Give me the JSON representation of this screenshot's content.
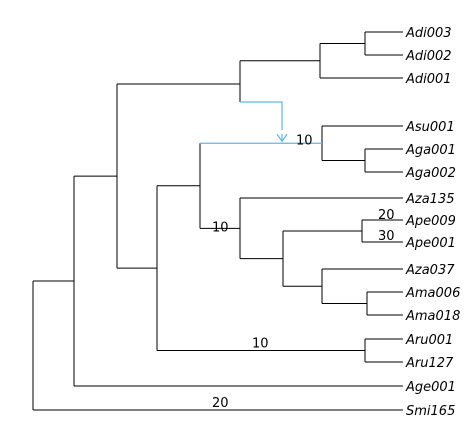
{
  "colors": {
    "branch": "#000000",
    "highlight": "#5fb6e6"
  },
  "tree": {
    "tips": [
      {
        "id": "t1",
        "label": "Adi003"
      },
      {
        "id": "t2",
        "label": "Adi002"
      },
      {
        "id": "t3",
        "label": "Adi001"
      },
      {
        "id": "t4",
        "label": "Asu001"
      },
      {
        "id": "t5",
        "label": "Aga001"
      },
      {
        "id": "t6",
        "label": "Aga002"
      },
      {
        "id": "t7",
        "label": "Aza135"
      },
      {
        "id": "t8",
        "label": "Ape009"
      },
      {
        "id": "t9",
        "label": "Ape001"
      },
      {
        "id": "t10",
        "label": "Aza037"
      },
      {
        "id": "t11",
        "label": "Ama006"
      },
      {
        "id": "t12",
        "label": "Ama018"
      },
      {
        "id": "t13",
        "label": "Aru001"
      },
      {
        "id": "t14",
        "label": "Aru127"
      },
      {
        "id": "t15",
        "label": "Age001"
      },
      {
        "id": "t16",
        "label": "Smi165"
      }
    ],
    "node_labels": {
      "ga_clade": "10",
      "inner_clade": "10",
      "ape_pair": "20",
      "ape_inner": "30",
      "aru_clade": "10",
      "smi_branch": "20"
    },
    "highlight_edge": {
      "from": "adi_clade",
      "to": "ga_clade",
      "style": "dashed-arrow"
    }
  }
}
